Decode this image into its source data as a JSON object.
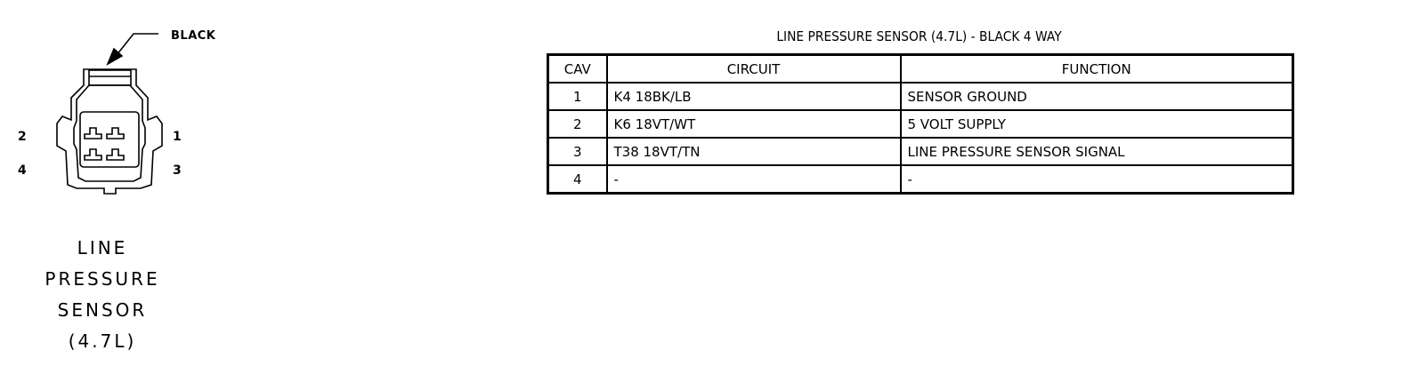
{
  "connector": {
    "color_label": "BLACK",
    "pin_labels": [
      "2",
      "1",
      "4",
      "3"
    ],
    "name_lines": [
      "LINE",
      "PRESSURE",
      "SENSOR",
      "(4.7L)"
    ]
  },
  "table": {
    "title": "LINE PRESSURE SENSOR (4.7L) - BLACK 4 WAY",
    "headers": [
      "CAV",
      "CIRCUIT",
      "FUNCTION"
    ],
    "rows": [
      {
        "cav": "1",
        "circuit": "K4 18BK/LB",
        "function": "SENSOR GROUND"
      },
      {
        "cav": "2",
        "circuit": "K6 18VT/WT",
        "function": "5 VOLT SUPPLY"
      },
      {
        "cav": "3",
        "circuit": "T38 18VT/TN",
        "function": "LINE PRESSURE SENSOR SIGNAL"
      },
      {
        "cav": "4",
        "circuit": "-",
        "function": "-"
      }
    ]
  }
}
